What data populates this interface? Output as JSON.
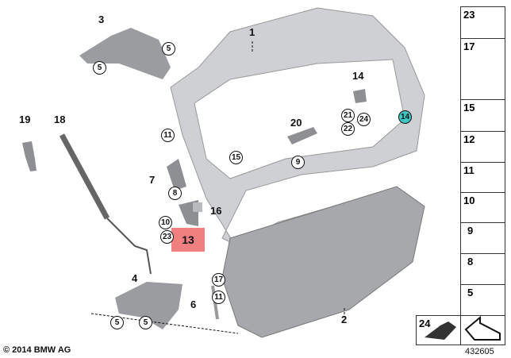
{
  "copyright": "© 2014 BMW AG",
  "diagram_id": "432605",
  "highlight_color": "#f07f7f",
  "selected_color": "#3fc7c3",
  "labels": [
    "3",
    "1",
    "14",
    "19",
    "18",
    "20",
    "7",
    "16",
    "4",
    "6",
    "2"
  ],
  "highlighted_part": "13",
  "circled": [
    "5",
    "5",
    "11",
    "21",
    "22",
    "24",
    "14",
    "15",
    "9",
    "8",
    "10",
    "23",
    "17",
    "11",
    "5",
    "5"
  ],
  "side_parts": [
    "23",
    "17",
    "15",
    "12",
    "11",
    "10",
    "9",
    "8",
    "5",
    "24"
  ]
}
